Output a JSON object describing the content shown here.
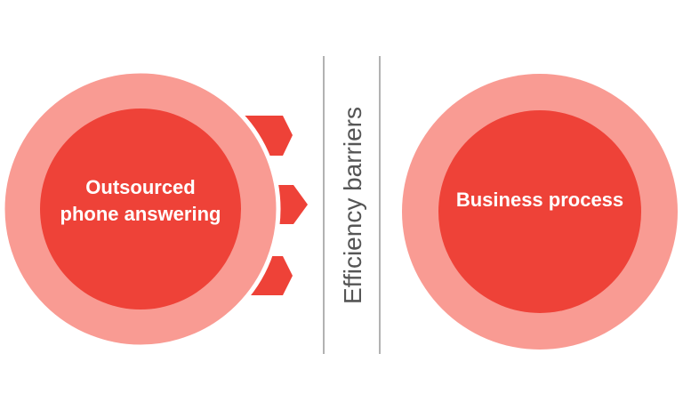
{
  "left_circle": {
    "lines": [
      "Outsourced",
      "phone answering"
    ]
  },
  "barrier_label": "Efficiency barriers",
  "right_circle": {
    "label": "Business process"
  },
  "colors": {
    "outer": "#f99b93",
    "inner": "#ee4238",
    "arrow": "#ee4238",
    "divider": "#999999",
    "barrier_text": "#555555"
  }
}
